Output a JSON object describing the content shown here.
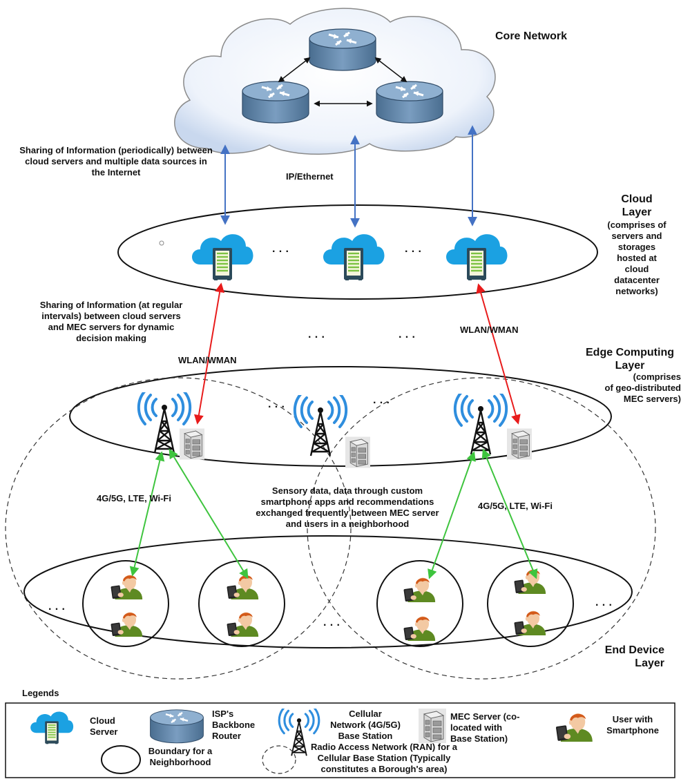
{
  "layers": {
    "core": "Core Network",
    "cloud": "Cloud\nLayer",
    "cloud_desc": "(comprises of\nservers and\nstorages\nhosted at\ncloud\ndatacenter\nnetworks)",
    "edge": "Edge Computing\nLayer",
    "edge_desc": "(comprises\nof geo-distributed\nMEC servers)",
    "end": "End Device\nLayer"
  },
  "annotations": {
    "internet_sharing": "Sharing of Information (periodically) between\ncloud servers and multiple data sources in\nthe Internet",
    "ip_ethernet": "IP/Ethernet",
    "mec_sharing": "Sharing of Information (at regular\nintervals) between cloud servers\nand MEC servers for dynamic\ndecision making",
    "wlan_left": "WLAN/WMAN",
    "wlan_right": "WLAN/WMAN",
    "radio_left": "4G/5G, LTE, Wi-Fi",
    "radio_right": "4G/5G, LTE, Wi-Fi",
    "sensory": "Sensory data, data through custom\nsmartphone apps and recommendations\nexchanged frequently between MEC server\nand users in a neighborhood",
    "ellipsis": "· · ·"
  },
  "legend": {
    "title": "Legends",
    "cloud_server": "Cloud\nServer",
    "router": "ISP's\nBackbone\nRouter",
    "base_station": "Cellular\nNetwork (4G/5G)\nBase Station",
    "mec_server": "MEC Server (co-\nlocated with\nBase Station)",
    "user": "User with\nSmartphone",
    "neighborhood": "Boundary for a\nNeighborhood",
    "ran": "Radio Access Network (RAN) for a\nCellular Base Station (Typically\nconstitutes a Borough's area)"
  },
  "colors": {
    "blue_link": "#4472c4",
    "red_link": "#e81b1b",
    "green_link": "#3ec43e",
    "wifi": "#2f8ede",
    "cloud_fill": "#1ba1e2",
    "router": "#5b7fa0"
  },
  "icons": [
    "cloud-server-icon",
    "router-icon",
    "cell-tower-icon",
    "mec-server-icon",
    "user-smartphone-icon"
  ]
}
